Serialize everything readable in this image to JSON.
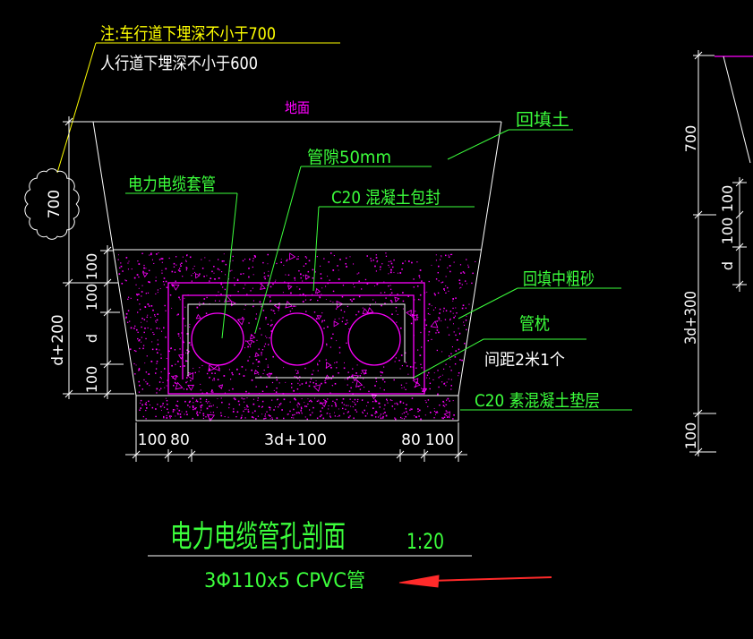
{
  "colors": {
    "background": "#000000",
    "line": "#ffffff",
    "label": "#3cff3c",
    "note": "#ffff00",
    "hatch": "#ff00ff",
    "arrow": "#ff2a2a"
  },
  "notes": {
    "vehicle_lane": "注:车行道下埋深不小于700",
    "pedestrian_lane": "人行道下埋深不小于600",
    "cloud_dimension": "700"
  },
  "labels": {
    "ground": "地面",
    "backfill": "回填土",
    "gap": "管隙50mm",
    "conduit": "电力电缆套管",
    "encasement": "C20 混凝土包封",
    "sand": "回填中粗砂",
    "pillow": "管枕",
    "pillow_spacing": "间距2米1个",
    "cushion": "C20 素混凝土垫层"
  },
  "left_dims": {
    "inner": [
      "100",
      "100",
      "d",
      "100"
    ],
    "outer": "d+200"
  },
  "bottom_dims": [
    "100",
    "80",
    "3d+100",
    "80",
    "100"
  ],
  "title": {
    "main": "电力电缆管孔剖面",
    "scale": "1:20",
    "spec": "3Φ110x5 CPVC管"
  },
  "right_dims": {
    "outer": [
      "700",
      "3d+300",
      "100"
    ],
    "inner": [
      "100",
      "100",
      "d"
    ]
  }
}
